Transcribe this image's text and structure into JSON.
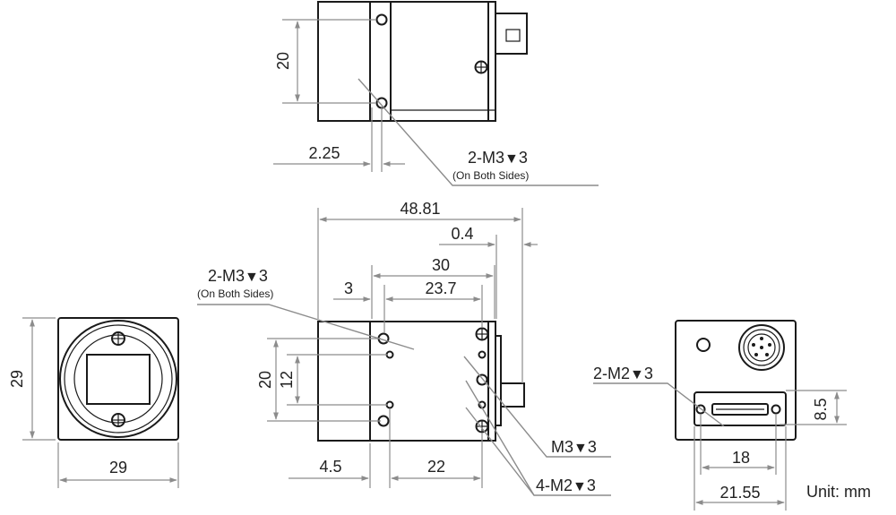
{
  "units": "Unit: mm",
  "top_view": {
    "height": "20",
    "offset": "2.25",
    "thread_a": "2-M3",
    "thread_b": "3",
    "note": "(On Both Sides)"
  },
  "side_view": {
    "length": "48.81",
    "flange": "0.4",
    "hole_span": "30",
    "hole_edge": "3",
    "hole_pitch": "23.7",
    "thread_a": "2-M3",
    "thread_b": "3",
    "note": "(On Both Sides)",
    "height": "20",
    "inner_height": "12",
    "bottom_left": "4.5",
    "bottom_span": "22",
    "rear_thread_a": "M3",
    "rear_thread_b": "3",
    "rear_holes_a": "4-M2",
    "rear_holes_b": "3"
  },
  "front_view": {
    "height": "29",
    "width": "29"
  },
  "rear_view": {
    "thread_a": "2-M2",
    "thread_b": "3",
    "vertical": "8.5",
    "inner_width": "18",
    "outer_width": "21.55"
  }
}
